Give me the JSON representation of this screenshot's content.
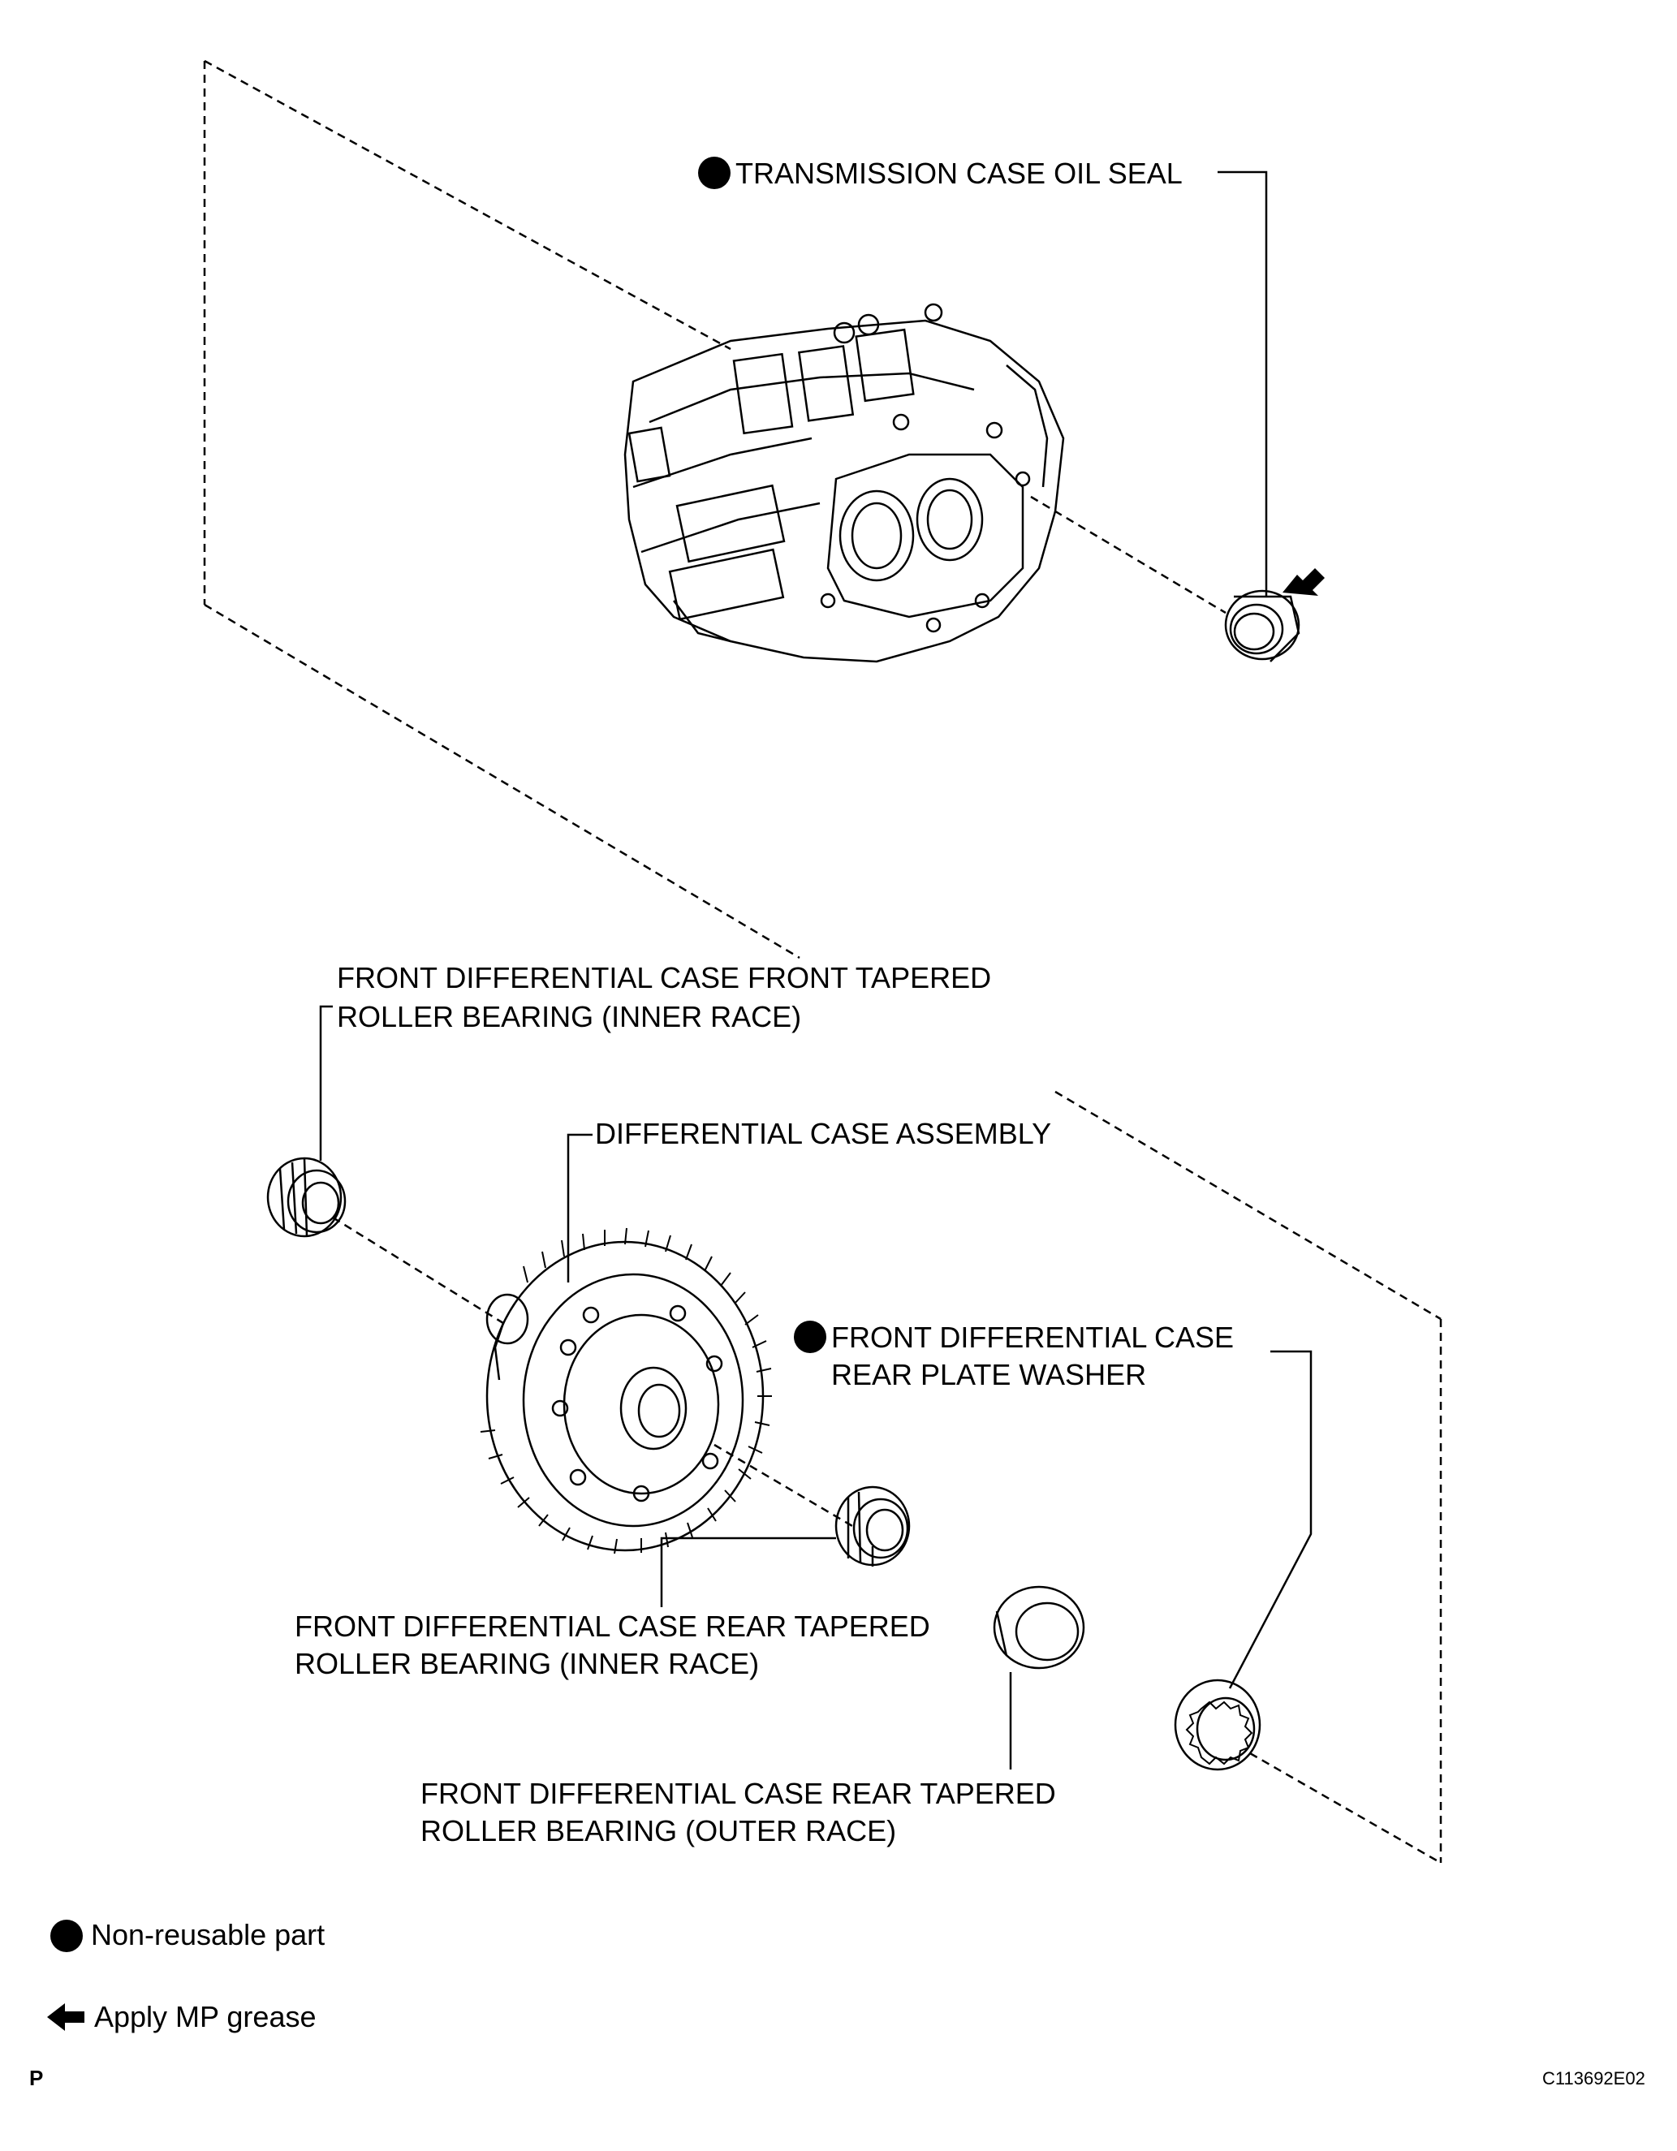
{
  "labels": {
    "transmission_case_oil_seal": "TRANSMISSION CASE OIL SEAL",
    "front_bearing_line1": "FRONT DIFFERENTIAL CASE FRONT TAPERED",
    "front_bearing_line2": "ROLLER BEARING (INNER RACE)",
    "differential_case_assembly": "DIFFERENTIAL CASE ASSEMBLY",
    "rear_plate_washer_line1": "FRONT DIFFERENTIAL CASE",
    "rear_plate_washer_line2": "REAR PLATE WASHER",
    "rear_inner_line1": "FRONT DIFFERENTIAL CASE REAR TAPERED",
    "rear_inner_line2": "ROLLER BEARING (INNER RACE)",
    "rear_outer_line1": "FRONT DIFFERENTIAL CASE REAR TAPERED",
    "rear_outer_line2": "ROLLER BEARING (OUTER RACE)"
  },
  "legend": {
    "non_reusable": "Non-reusable part",
    "apply_grease": "Apply MP grease"
  },
  "footer": {
    "page_letter": "P",
    "figure_code": "C113692E02"
  },
  "icons": {
    "non_reusable": "filled-circle-icon",
    "apply_grease": "arrow-left-icon"
  }
}
